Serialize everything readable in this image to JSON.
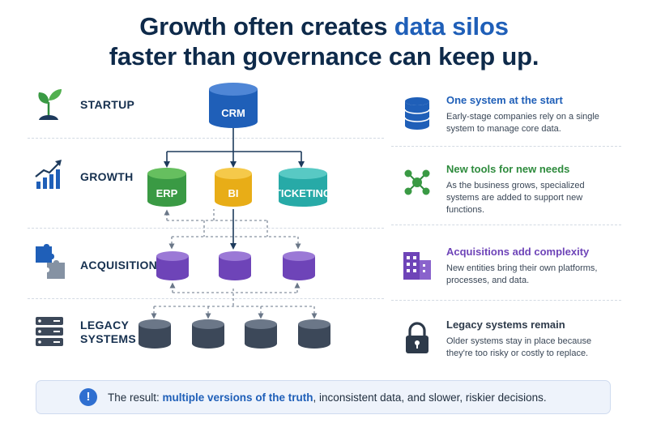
{
  "title": {
    "line1_prefix": "Growth often creates ",
    "line1_highlight": "data silos",
    "line2": "faster than governance can keep up."
  },
  "stages": [
    {
      "label": "STARTUP",
      "icon": "sprout-icon"
    },
    {
      "label": "GROWTH",
      "icon": "growth-chart-icon"
    },
    {
      "label": "ACQUISITION",
      "icon": "puzzle-icon"
    },
    {
      "label_line1": "LEGACY",
      "label_line2": "SYSTEMS",
      "icon": "server-rack-icon"
    }
  ],
  "databases": {
    "crm": "CRM",
    "erp": "ERP",
    "bi": "BI",
    "ticketing": "TICKETING"
  },
  "colors": {
    "crm": "#1f5fb8",
    "erp": "#3a9a44",
    "bi": "#e8ad17",
    "ticketing": "#27aaa7",
    "acquisition": "#6e44b8",
    "legacy": "#3c4859",
    "highlight": "#1f5fb8"
  },
  "panel": [
    {
      "title": "One system at the start",
      "desc": "Early-stage companies rely on a single system to manage core data.",
      "icon": "database-icon",
      "color": "#1f5fb8"
    },
    {
      "title": "New tools for new needs",
      "desc": "As the business grows, specialized systems are added to support new functions.",
      "icon": "network-icon",
      "color": "#2e8b3d"
    },
    {
      "title": "Acquisitions add complexity",
      "desc": "New entities bring their own platforms, processes, and data.",
      "icon": "building-icon",
      "color": "#6e44b8"
    },
    {
      "title": "Legacy systems remain",
      "desc": "Older systems stay in place because they're too risky or costly to replace.",
      "icon": "lock-icon",
      "color": "#2d3a4a"
    }
  ],
  "result": {
    "prefix": "The result: ",
    "highlight": "multiple versions of the truth",
    "suffix": ", inconsistent data, and slower, riskier decisions.",
    "icon": "exclamation-icon"
  }
}
